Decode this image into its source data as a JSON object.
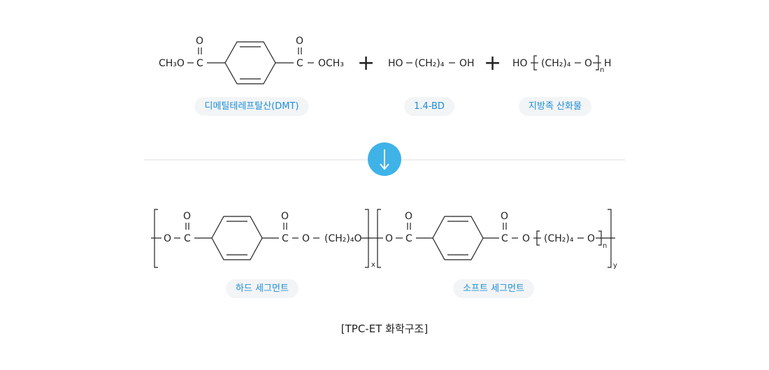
{
  "reactants": {
    "dmt_formula": {
      "left_group": "CH₃O",
      "carbonyl_c": "C",
      "carbonyl_o": "O",
      "right_ester": "OCH₃"
    },
    "bd_formula": {
      "left": "HO",
      "chain": "(CH₂)₄",
      "right": "OH"
    },
    "polyether_formula": {
      "left": "HO",
      "chain": "(CH₂)₄",
      "o": "O",
      "subscript": "n",
      "end": "H"
    },
    "plus_sign": "+"
  },
  "labels": {
    "dmt": "디메틸테레프탈산(DMT)",
    "bd": "1.4-BD",
    "polyether": "지방족 산화물",
    "hard_segment": "하드 세그먼트",
    "soft_segment": "소프트 세그먼트"
  },
  "arrow": {
    "symbol": "↓",
    "color": "#3fb3e8"
  },
  "product": {
    "hard": {
      "o": "O",
      "c": "C",
      "chain": "(CH₂)₄O",
      "subscript": "x"
    },
    "soft": {
      "o": "O",
      "c": "C",
      "chain": "(CH₂)₄",
      "subscript_inner": "n",
      "subscript_outer": "y"
    }
  },
  "caption": "[TPC-ET 화학구조]",
  "colors": {
    "accent": "#1c8fd6",
    "pill_bg": "#f3f4f6",
    "divider": "#dddddd"
  }
}
